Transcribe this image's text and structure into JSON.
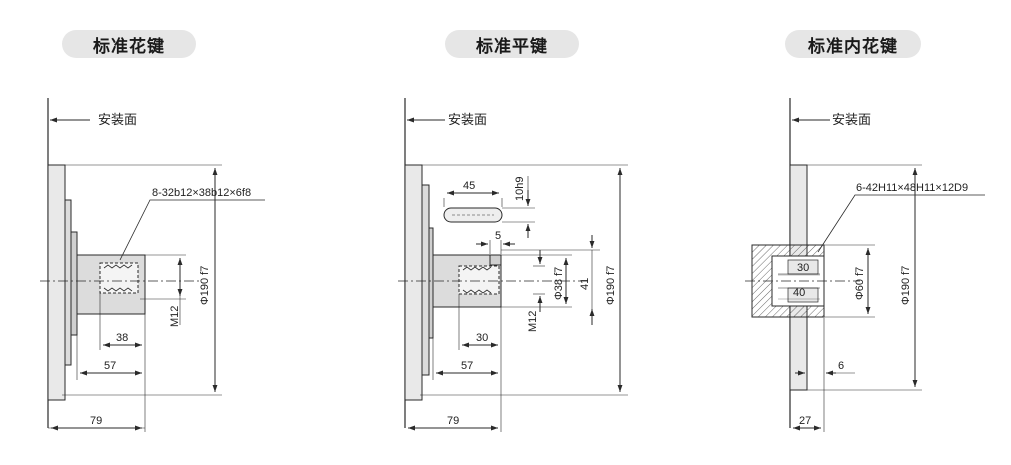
{
  "titles": {
    "spline": "标准花键",
    "flat": "标准平键",
    "internal": "标准内花键"
  },
  "labels": {
    "mount_face": "安装面",
    "spline_spec": "8-32b12×38b12×6f8",
    "internal_spec": "6-42H11×48H11×12D9",
    "phi190": "Φ190 f7",
    "phi38": "Φ38 f7",
    "phi60": "Φ60 f7",
    "m12": "M12",
    "d79": "79",
    "d57": "57",
    "d38": "38",
    "d45": "45",
    "d10h9": "10h9",
    "d5": "5",
    "d41": "41",
    "d30": "30",
    "d40": "40",
    "d6": "6",
    "d27": "27"
  },
  "colors": {
    "line": "#2a2a2a",
    "flange_fill": "#e9e9e9",
    "shaft_fill": "#dcdcdc",
    "title_bg": "#e6e6e6"
  }
}
